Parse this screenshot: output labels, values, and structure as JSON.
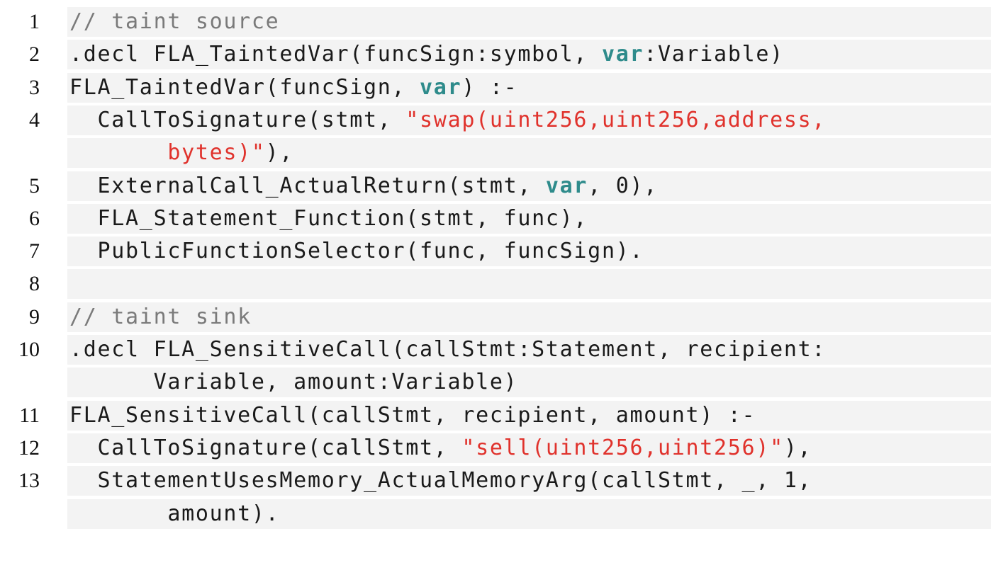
{
  "listing": {
    "lines": [
      {
        "no": "1",
        "segments": [
          {
            "t": "// taint source",
            "c": "comment"
          }
        ]
      },
      {
        "no": "2",
        "segments": [
          {
            "t": ".decl FLA_TaintedVar(funcSign:symbol, ",
            "c": ""
          },
          {
            "t": "var",
            "c": "kw"
          },
          {
            "t": ":Variable)",
            "c": ""
          }
        ]
      },
      {
        "no": "3",
        "segments": [
          {
            "t": "FLA_TaintedVar(funcSign, ",
            "c": ""
          },
          {
            "t": "var",
            "c": "kw"
          },
          {
            "t": ") :-",
            "c": ""
          }
        ]
      },
      {
        "no": "4",
        "segments": [
          {
            "t": "  CallToSignature(stmt, ",
            "c": ""
          },
          {
            "t": "\"swap(uint256,uint256,address,",
            "c": "str"
          }
        ]
      },
      {
        "no": "",
        "segments": [
          {
            "t": "       bytes)\"",
            "c": "str"
          },
          {
            "t": "),",
            "c": ""
          }
        ]
      },
      {
        "no": "5",
        "segments": [
          {
            "t": "  ExternalCall_ActualReturn(stmt, ",
            "c": ""
          },
          {
            "t": "var",
            "c": "kw"
          },
          {
            "t": ", 0),",
            "c": ""
          }
        ]
      },
      {
        "no": "6",
        "segments": [
          {
            "t": "  FLA_Statement_Function(stmt, func),",
            "c": ""
          }
        ]
      },
      {
        "no": "7",
        "segments": [
          {
            "t": "  PublicFunctionSelector(func, funcSign).",
            "c": ""
          }
        ]
      },
      {
        "no": "8",
        "segments": [
          {
            "t": "",
            "c": ""
          }
        ]
      },
      {
        "no": "9",
        "segments": [
          {
            "t": "// taint sink",
            "c": "comment"
          }
        ]
      },
      {
        "no": "10",
        "segments": [
          {
            "t": ".decl FLA_SensitiveCall(callStmt:Statement, recipient:",
            "c": ""
          }
        ]
      },
      {
        "no": "",
        "segments": [
          {
            "t": "      Variable, amount:Variable)",
            "c": ""
          }
        ]
      },
      {
        "no": "11",
        "segments": [
          {
            "t": "FLA_SensitiveCall(callStmt, recipient, amount) :-",
            "c": ""
          }
        ]
      },
      {
        "no": "12",
        "segments": [
          {
            "t": "  CallToSignature(callStmt, ",
            "c": ""
          },
          {
            "t": "\"sell(uint256,uint256)\"",
            "c": "str"
          },
          {
            "t": "),",
            "c": ""
          }
        ]
      },
      {
        "no": "13",
        "segments": [
          {
            "t": "  StatementUsesMemory_ActualMemoryArg(callStmt, _, 1,",
            "c": ""
          }
        ]
      },
      {
        "no": "",
        "segments": [
          {
            "t": "       amount).",
            "c": ""
          }
        ]
      }
    ]
  }
}
